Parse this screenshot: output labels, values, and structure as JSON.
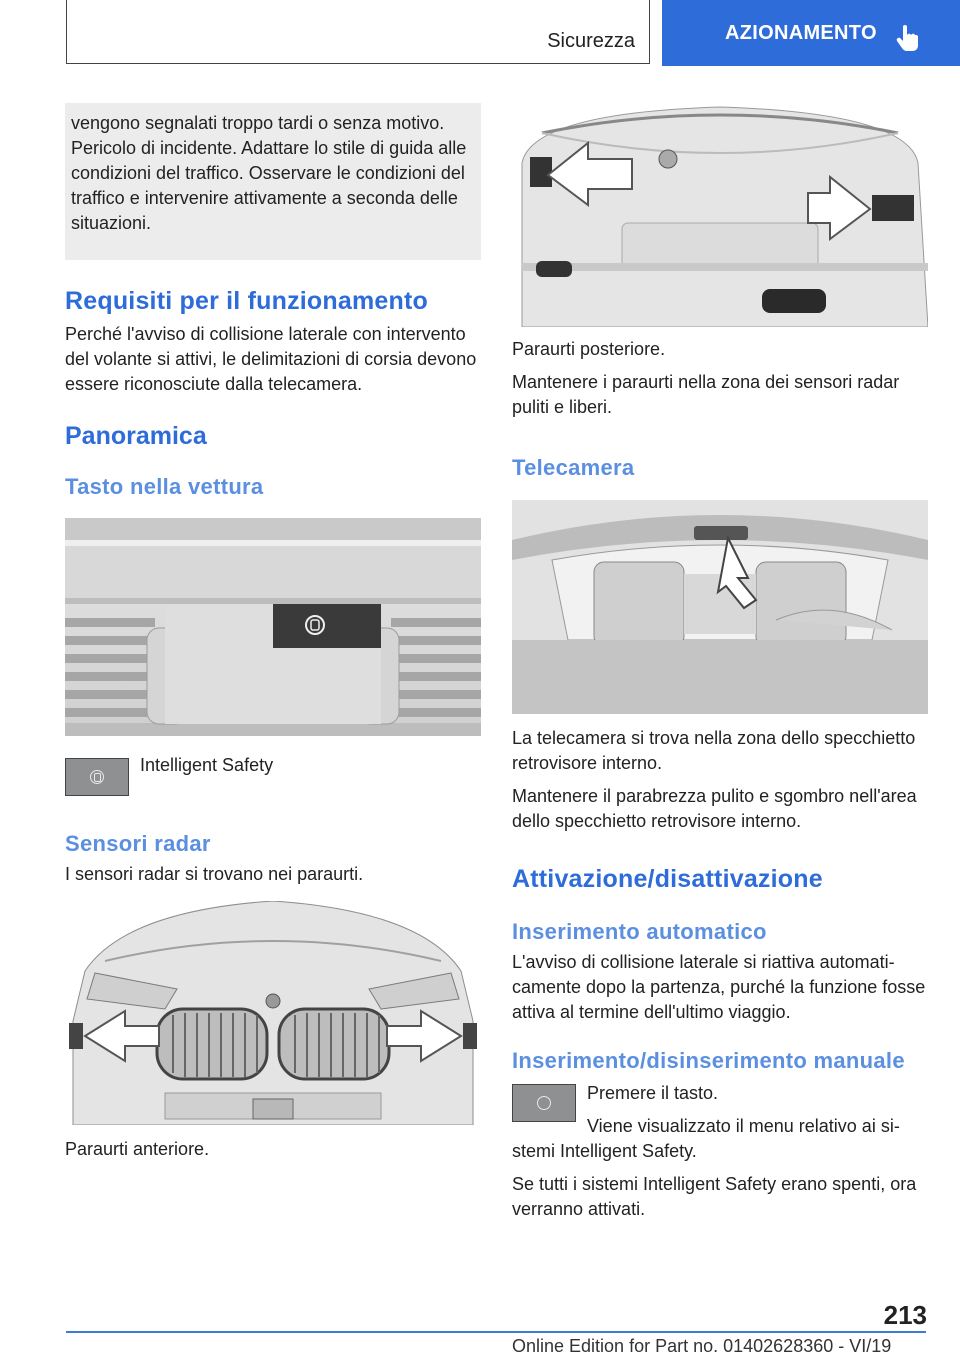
{
  "header": {
    "section": "Sicurezza",
    "chapter": "AZIONAMENTO",
    "chapter_icon": "pointing-hand-icon",
    "accent_color": "#2d6cd9"
  },
  "left": {
    "warning_text": "vengono segnalati troppo tardi o senza motivo. Pericolo di incidente. Adattare lo stile di guida alle condizioni del traffico. Osservare le condi­zioni del traffico e intervenire attivamente a se­conda delle situazioni.",
    "req_heading": "Requisiti per il funzionamento",
    "req_text": "Perché l'avviso di collisione laterale con inter­vento del volante si attivi, le delimitazioni di corsia devono essere riconosciute dalla telecamera.",
    "overview_heading": "Panoramica",
    "button_heading": "Tasto nella vettura",
    "button_label": "Intelligent Safety",
    "radar_heading": "Sensori radar",
    "radar_text": "I sensori radar si trovano nei paraurti.",
    "front_caption": "Paraurti anteriore."
  },
  "right": {
    "rear_caption": "Paraurti posteriore.",
    "rear_text": "Mantenere i paraurti nella zona dei sensori radar puliti e liberi.",
    "camera_heading": "Telecamera",
    "camera_text1": "La telecamera si trova nella zona dello spec­chietto retrovisore interno.",
    "camera_text2": "Mantenere il parabrezza pulito e sgombro nell'a­rea dello specchietto retrovisore interno.",
    "act_heading": "Attivazione/disattivazione",
    "auto_heading": "Inserimento automatico",
    "auto_text": "L'avviso di collisione laterale si riattiva automati­camente dopo la partenza, purché la funzione fosse attiva al termine dell'ultimo viaggio.",
    "manual_heading": "Inserimento/disinserimento manuale",
    "manual_text1": "Premere il tasto.",
    "manual_text2": "Viene visualizzato il menu relativo ai si­stemi Intelligent Safety.",
    "manual_text3": "Se tutti i sistemi Intelligent Safety erano spenti, ora verranno attivati."
  },
  "footer": {
    "page_number": "213",
    "edition": "Online Edition for Part no. 01402628360 - VI/19"
  }
}
